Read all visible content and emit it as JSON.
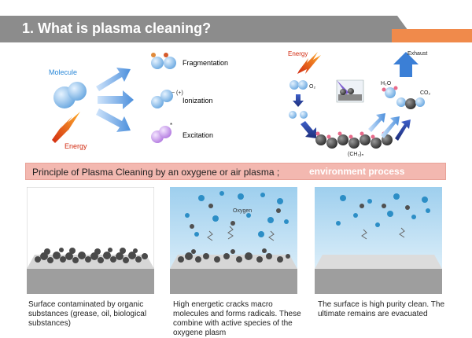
{
  "title": "1. What is plasma cleaning?",
  "colors": {
    "title_bar": "#8c8c8c",
    "accent": "#f08a4b",
    "banner": "#f3b8b0",
    "molecule": "#7fb6e8",
    "energy": "#e23a1a"
  },
  "top_left": {
    "molecule_label": "Molecule",
    "energy_label": "Energy",
    "fragmentation": "Fragmentation",
    "ionization": "Ionization",
    "ionization_charge": "− (+)",
    "excitation": "Excitation",
    "excitation_mark": "*"
  },
  "top_right": {
    "energy_label": "Energy",
    "o2": "O₂",
    "h2o": "H₂O",
    "co2": "CO₂",
    "exhaust": "Exhaust",
    "ch2n": "(CH₂)ₙ"
  },
  "principle": {
    "text": "Principle of Plasma Cleaning by an oxygene or air plasma ;",
    "highlight": "environment process"
  },
  "panels": [
    {
      "caption": "Surface contaminated by organic substances (grease, oil, biological substances)"
    },
    {
      "caption": "High energetic cracks macro molecules and forms radicals. These combine with active species of the oxygene plasm",
      "oxygen_label": "Oxygen"
    },
    {
      "caption": "The surface is high purity clean. The ultimate remains are evacuated"
    }
  ]
}
